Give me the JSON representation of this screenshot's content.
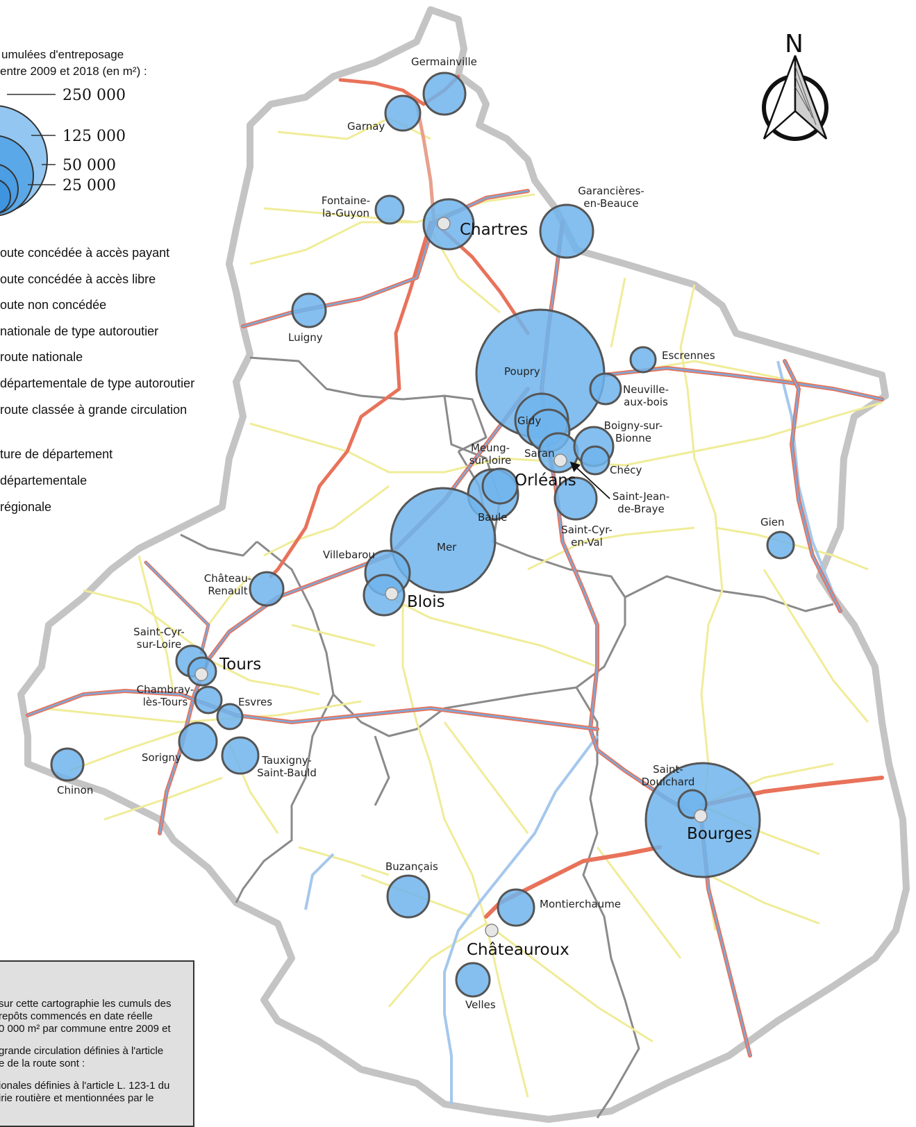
{
  "legend": {
    "title_line1": "umulées        d'entreposage",
    "title_line2": "entre 2009 et 2018 (en m²) :",
    "sizes": [
      "250 000",
      "125 000",
      "50 000",
      "25 000"
    ],
    "road_types": [
      "oute concédée à accès payant",
      "oute concédée à accès libre",
      "oute non concédée",
      "nationale de type autoroutier",
      "route nationale",
      "départementale de type autoroutier",
      "route classée à grande circulation"
    ],
    "admin_types": [
      "ture de département",
      "départementale",
      "régionale"
    ]
  },
  "north_label": "N",
  "cities": [
    {
      "name": "Chartres"
    },
    {
      "name": "Orléans"
    },
    {
      "name": "Blois"
    },
    {
      "name": "Tours"
    },
    {
      "name": "Bourges"
    },
    {
      "name": "Châteauroux"
    }
  ],
  "communes": [
    "Germainville",
    "Garnay",
    "Fontaine-la-Guyon",
    "Garancières-en-Beauce",
    "Luigny",
    "Poupry",
    "Escrennes",
    "Neuville-aux-bois",
    "Gidy",
    "Boigny-sur-Bionne",
    "Saran",
    "Meung-sur-loire",
    "Chécy",
    "Saint-Jean-de-Braye",
    "Baule",
    "Saint-Cyr-en-Val",
    "Mer",
    "Villebarou",
    "Gien",
    "Château-Renault",
    "Saint-Cyr-sur-Loire",
    "Chambray-lès-Tours",
    "Esvres",
    "Sorigny",
    "Tauxigny-Saint-Bauld",
    "Chinon",
    "Saint-Doulchard",
    "Buzançais",
    "Montierchaume",
    "Velles"
  ],
  "note": {
    "p1": "sur cette cartographie les cumuls des\nrepôts commencés en date réelle\n0 000 m² par commune entre 2009 et",
    "p2": "grande circulation définies à l'article\ne de la route sont :",
    "p3": "ionales définies à l'article L. 123-1 du\nirie routière et mentionnées par le"
  },
  "colors": {
    "bubble_fill": "#6fb4ec",
    "bubble_stroke": "#555555",
    "region_border": "#b9b9b9",
    "dept_border": "#8a8a8a",
    "motorway_orange": "#e8725a",
    "motorway_blue": "#7ea9d9",
    "road_yellow": "#f0ec98"
  }
}
